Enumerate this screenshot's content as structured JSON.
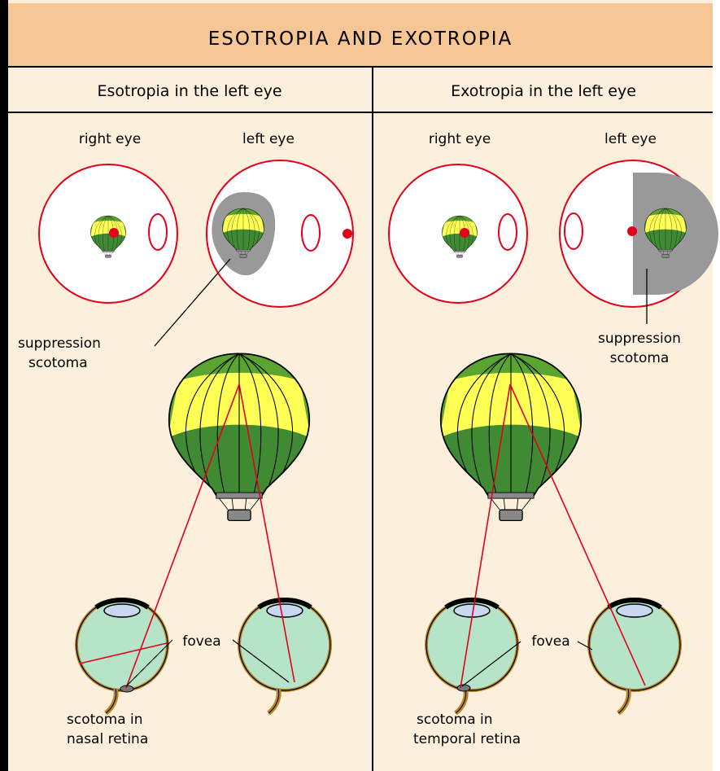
{
  "title": "ESOTROPIA AND EXOTROPIA",
  "panels": {
    "left": {
      "heading": "Esotropia in the left eye",
      "right_eye_label": "right eye",
      "left_eye_label": "left eye",
      "scotoma_label_line1": "suppression",
      "scotoma_label_line2": "scotoma",
      "fovea_label": "fovea",
      "retina_label_line1": "scotoma in",
      "retina_label_line2": "nasal retina"
    },
    "right": {
      "heading": "Exotropia in the left eye",
      "right_eye_label": "right eye",
      "left_eye_label": "left eye",
      "scotoma_label_line1": "suppression",
      "scotoma_label_line2": "scotoma",
      "fovea_label": "fovea",
      "retina_label_line1": "scotoma in",
      "retina_label_line2": "temporal retina"
    }
  },
  "colors": {
    "background": "#fcf0dc",
    "title_bar": "#f6c795",
    "divider": "#000000",
    "red_lines": "#e3001b",
    "balloon_green": "#5aa531",
    "balloon_dark_green": "#3f8a33",
    "balloon_yellow": "#ffff55",
    "scotoma_gray": "#999999",
    "eyeball_fill": "#b6e4c8",
    "eye_outline": "#b8862b"
  }
}
